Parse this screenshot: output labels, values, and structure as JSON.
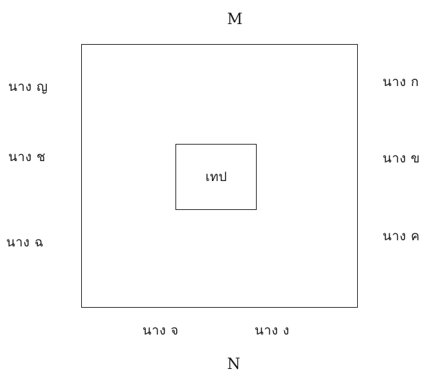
{
  "top_label": "M",
  "bottom_label": "N",
  "center_label": "เทป",
  "left": [
    "นาง ญ",
    "นาง ช",
    "นาง ฉ"
  ],
  "right": [
    "นาง ก",
    "นาง ข",
    "นาง ค"
  ],
  "bottom": [
    "นาง จ",
    "นาง ง"
  ],
  "colors": {
    "line": "#1a1a1a",
    "background": "#ffffff"
  }
}
